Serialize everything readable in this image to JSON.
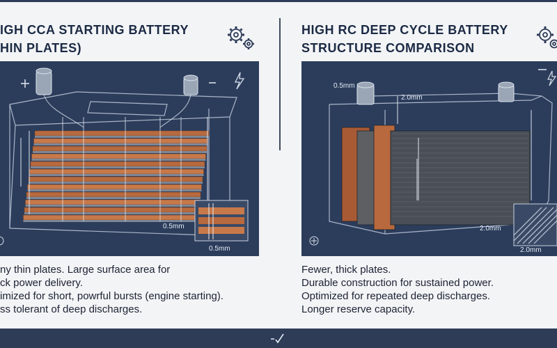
{
  "left": {
    "title_line1": "IGH CCA STARTING BATTERY",
    "title_line2": "HIN PLATES)",
    "label_inset_right": "0.5mm",
    "label_inset_bottom": "0.5mm",
    "description": [
      "ny thin plates. Large surface area for",
      "ck power delivery.",
      "imized for short, powrful bursts (engine starting).",
      "ss tolerant of deep discharges."
    ]
  },
  "right": {
    "title_line1": "HIGH RC DEEP CYCLE BATTERY",
    "title_line2": "STRUCTURE COMPARISON",
    "label_terminal": "0.5mm",
    "label_top": "2.0mm",
    "label_inset_right": "2.0mm",
    "label_inset_bottom": "2.0mm",
    "description": [
      "Fewer, thick plates.",
      "Durable construction for sustained power.",
      "Optimized for repeated deep discharges.",
      "Longer reserve capacity."
    ]
  },
  "colors": {
    "panel_bg": "#2c3d5c",
    "copper_plate": "#c8794a",
    "thick_plate": "#4a4f57",
    "bar": "#2e3c58"
  },
  "icons": [
    "gear-icon",
    "lightning-icon",
    "plus-icon",
    "minus-icon",
    "checkmark-icon"
  ]
}
